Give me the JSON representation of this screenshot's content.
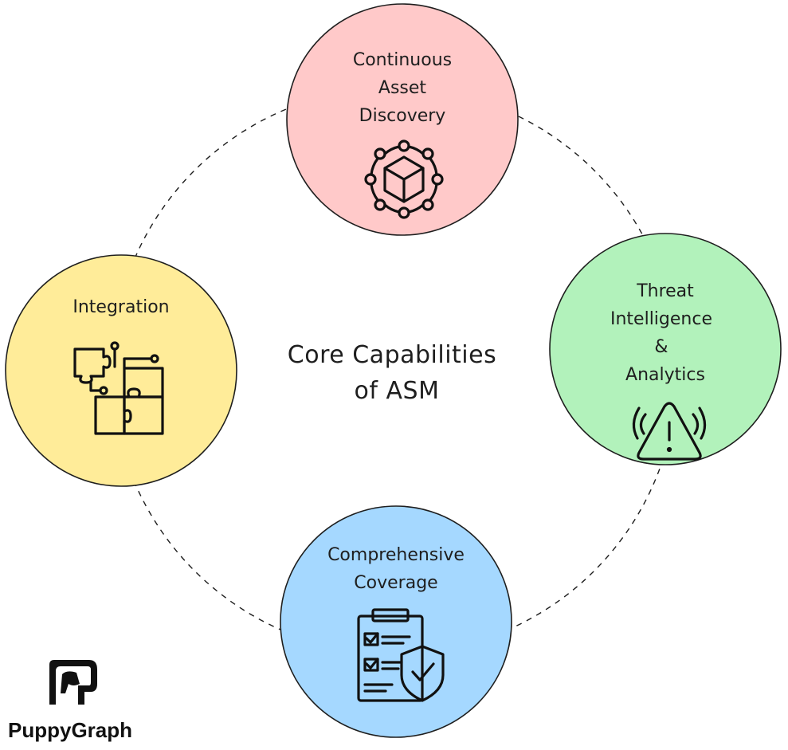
{
  "diagram": {
    "center_title": [
      "Core Capabilities",
      "of ASM"
    ],
    "nodes": [
      {
        "id": "continuous-asset-discovery",
        "label_lines": [
          "Continuous",
          "Asset",
          "Discovery"
        ],
        "color": "#ffc9c9",
        "icon": "network-cube-icon"
      },
      {
        "id": "threat-intelligence",
        "label_lines": [
          "Threat",
          "Intelligence",
          "&",
          "Analytics"
        ],
        "color": "#b2f2bb",
        "icon": "warning-triangle-icon"
      },
      {
        "id": "comprehensive-coverage",
        "label_lines": [
          "Comprehensive",
          "Coverage"
        ],
        "color": "#a5d8ff",
        "icon": "checklist-shield-icon"
      },
      {
        "id": "integration",
        "label_lines": [
          "Integration"
        ],
        "color": "#ffec99",
        "icon": "puzzle-pieces-icon"
      }
    ],
    "connector_style": "dashed-circle"
  },
  "brand": {
    "name": "PuppyGraph",
    "logo_icon": "puppygraph-logo-icon"
  }
}
